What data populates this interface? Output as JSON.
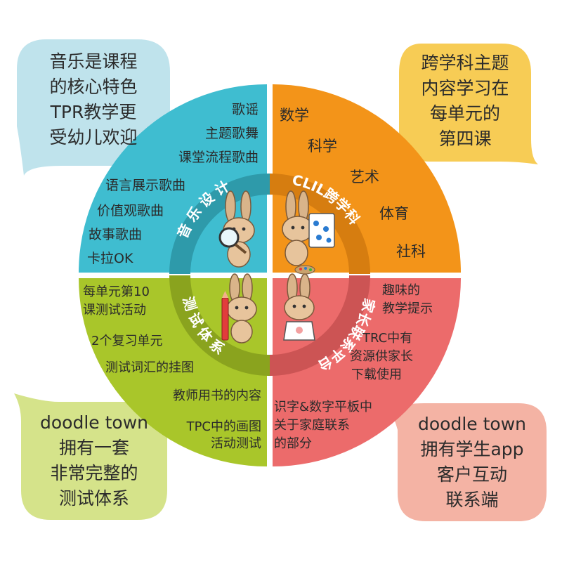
{
  "colors": {
    "teal": "#3fbdd0",
    "orange": "#f39419",
    "lime": "#a9c62a",
    "coral": "#ec6b6b",
    "bubble_blue": "#bfe3ec",
    "bubble_yellow": "#f7cc55",
    "bubble_green": "#d5e38a",
    "bubble_pink": "#f4b3a4"
  },
  "quadrants": {
    "music": {
      "ring_label": "音乐设计",
      "items": [
        "歌谣",
        "主题歌舞",
        "课堂流程歌曲",
        "语言展示歌曲",
        "价值观歌曲",
        "故事歌曲",
        "卡拉OK"
      ]
    },
    "clil": {
      "ring_label": "CLIL跨学科",
      "items": [
        "数学",
        "科学",
        "艺术",
        "体育",
        "社科"
      ]
    },
    "test": {
      "ring_label": "测试体系",
      "items": [
        "每单元第10",
        "课测试活动",
        "2个复习单元",
        "测试词汇的挂图",
        "教师用书的内容",
        "TPC中的画图",
        "活动测试"
      ]
    },
    "parent": {
      "ring_label": "家长联系平台",
      "items": [
        "趣味的",
        "教学提示",
        "TRC中有",
        "资源供家长",
        "下载使用",
        "识字&数字平板中",
        "关于家庭联系",
        "的部分"
      ]
    }
  },
  "bubbles": {
    "top_left": [
      "音乐是课程",
      "的核心特色",
      "TPR教学更",
      "受幼儿欢迎"
    ],
    "top_right": [
      "跨学科主题",
      "内容学习在",
      "每单元的",
      "第四课"
    ],
    "bottom_left": [
      "doodle town",
      "拥有一套",
      "非常完整的",
      "测试体系"
    ],
    "bottom_right": [
      "doodle town",
      "拥有学生app",
      "客户互动",
      "联系端"
    ]
  },
  "icons": {
    "music": "bunny-with-magnifier-icon",
    "clil": "bunny-painting-icon",
    "test": "bunny-with-crayon-icon",
    "parent": "bunny-with-shirt-icon"
  }
}
